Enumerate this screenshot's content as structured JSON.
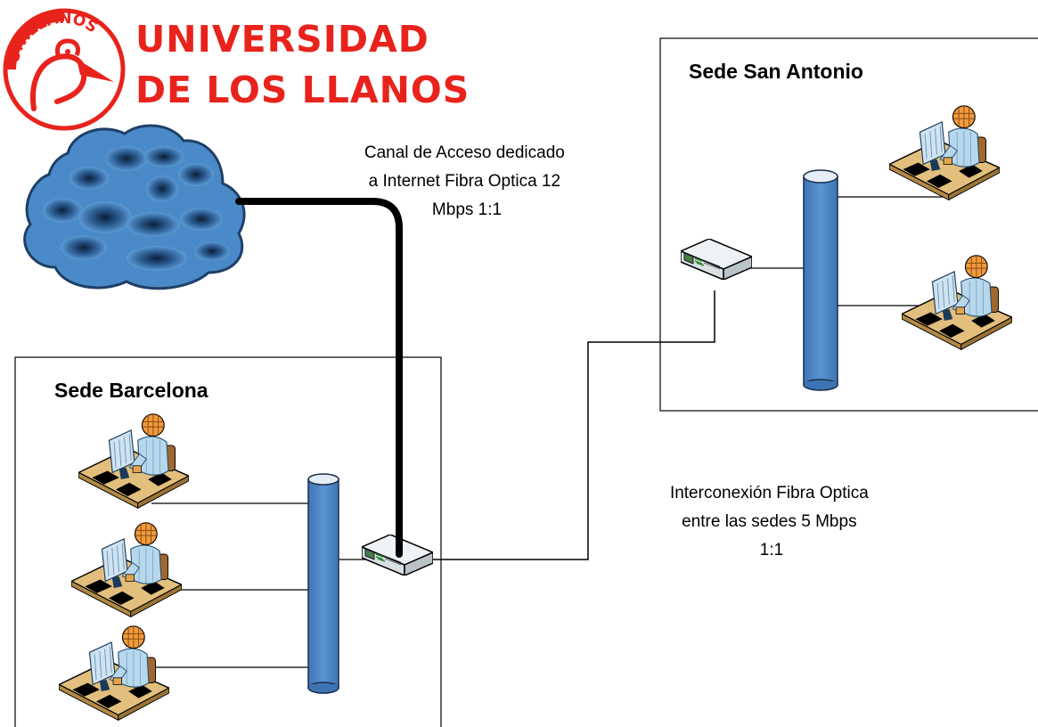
{
  "logo": {
    "ring_text": "UNILLANOS",
    "line1": "UNIVERSIDAD",
    "line2": "DE LOS LLANOS"
  },
  "internet_link": {
    "lines": [
      "Canal de Acceso dedicado",
      "a Internet Fibra Optica 12",
      "Mbps 1:1"
    ]
  },
  "interconnect_link": {
    "lines": [
      "Interconexión Fibra Optica",
      "entre las sedes 5 Mbps",
      "1:1"
    ]
  },
  "sites": {
    "barcelona": {
      "title": "Sede Barcelona",
      "workstations": 3
    },
    "san_antonio": {
      "title": "Sede San Antonio",
      "workstations": 2
    }
  },
  "colors": {
    "brand_red": "#e8231c",
    "cloud_blue": "#4a8ac8",
    "backbone_blue": "#4f86c6",
    "fiber_black": "#000000"
  }
}
